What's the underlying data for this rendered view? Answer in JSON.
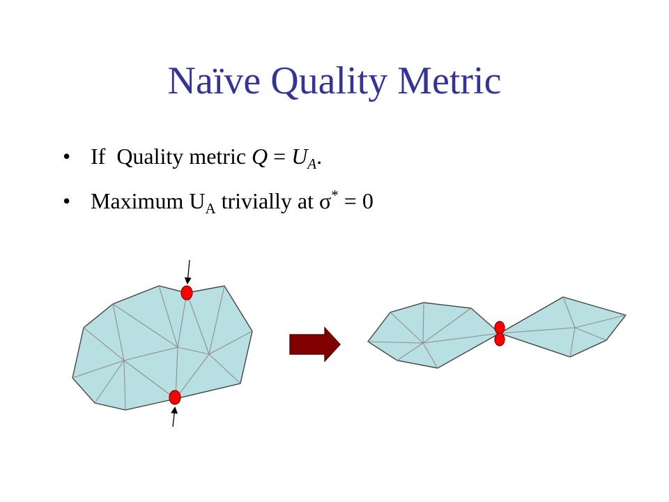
{
  "slide": {
    "title": "Naïve Quality Metric",
    "bullets": [
      {
        "marker": "•",
        "if": "If  Quality metric ",
        "q": "Q",
        "eq": " = ",
        "u": "U",
        "u_sub": "A",
        "end": "."
      },
      {
        "marker": "•",
        "pre": "Maximum U",
        "u_sub": "A",
        "mid": " trivially at ",
        "sigma": "σ",
        "star": "*",
        "post": " = 0"
      }
    ]
  },
  "colors": {
    "title": "#333399",
    "mesh_fill": "#b8dfe2",
    "vertex": "#ff0000",
    "block_arrow": "#800000"
  },
  "diagram": {
    "before_label": "",
    "after_label": "",
    "transition_icon": "right-block-arrow-icon"
  }
}
